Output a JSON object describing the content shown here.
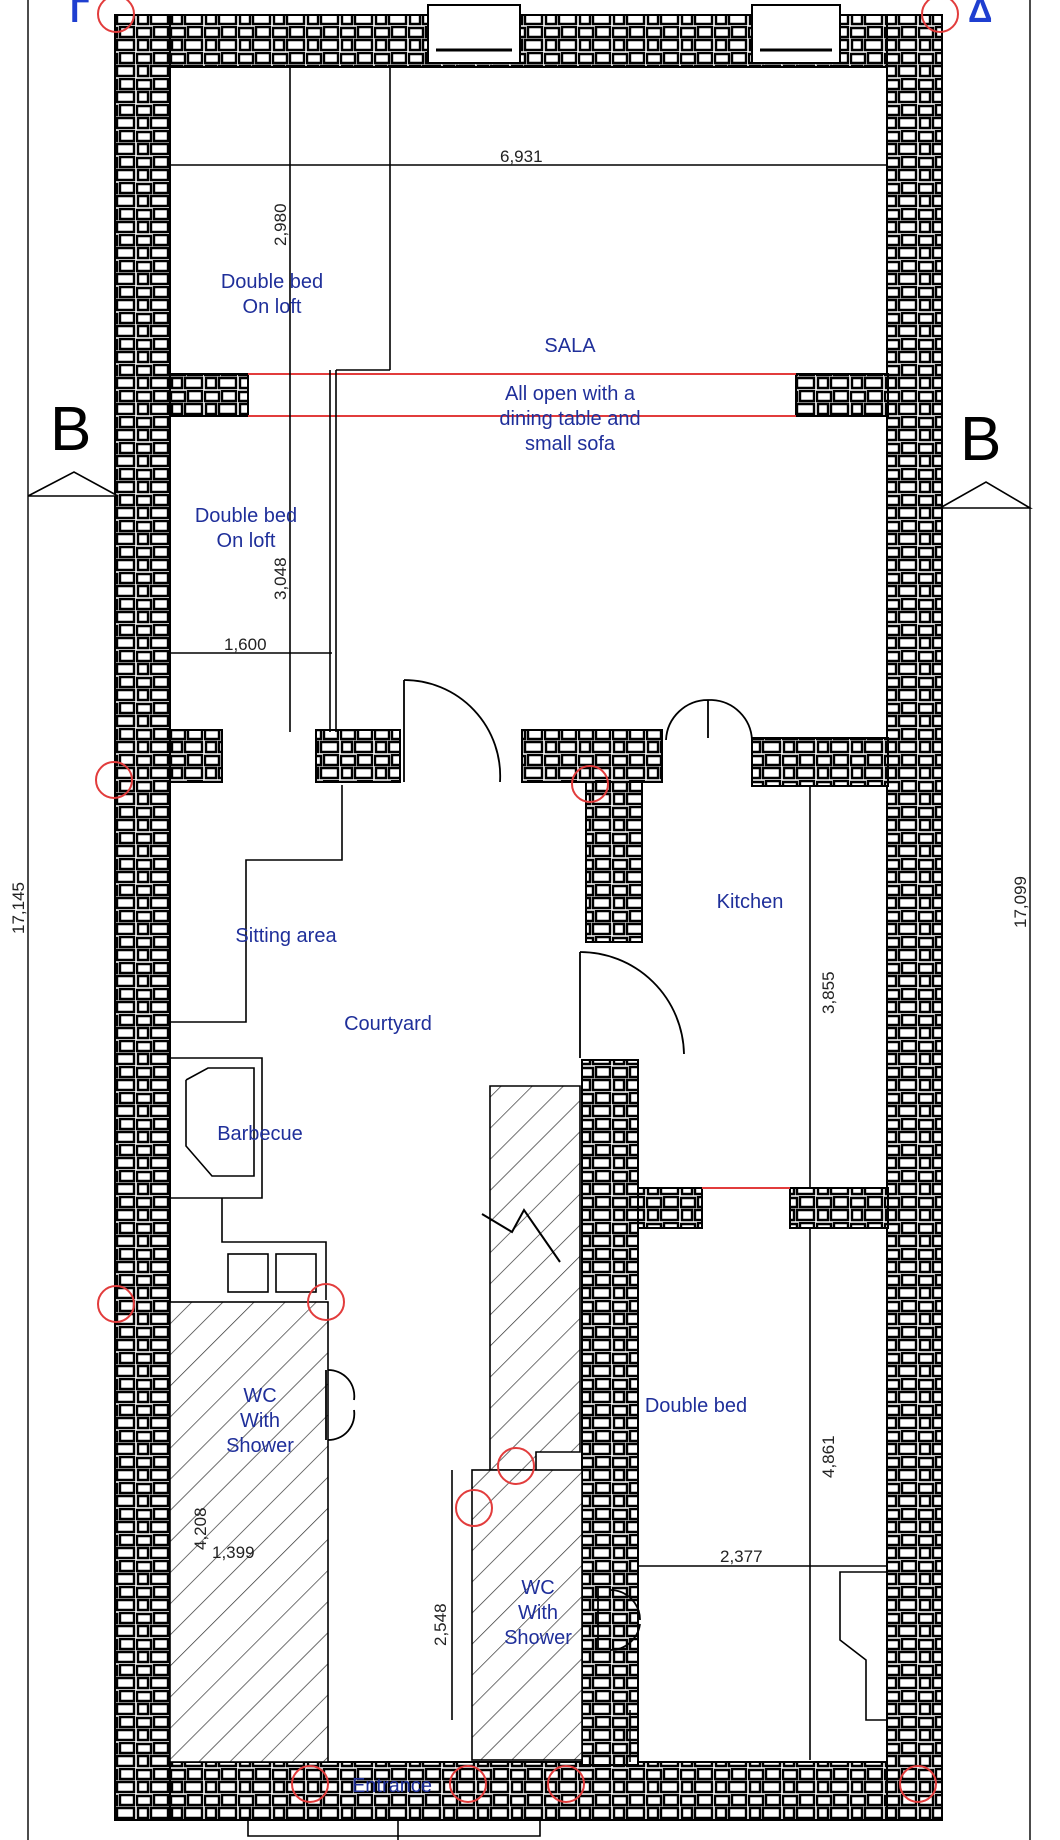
{
  "rooms": {
    "bed_top_left": [
      "Double bed",
      "On loft"
    ],
    "sala": "SALA",
    "sala_desc": [
      "All open with a",
      "dining table and",
      "small sofa"
    ],
    "bed_mid_left": [
      "Double bed",
      "On loft"
    ],
    "kitchen": "Kitchen",
    "sitting": "Sitting area",
    "courtyard": "Courtyard",
    "barbecue": "Barbecue",
    "wc_left": [
      "WC",
      "With",
      "Shower"
    ],
    "double_bed": "Double bed",
    "wc_right": [
      "WC",
      "With",
      "Shower"
    ],
    "entrance": "Entrance"
  },
  "dimensions": {
    "sala_width": "6,931",
    "loft1_height": "2,980",
    "loft2_height": "3,048",
    "loft2_width": "1,600",
    "total_left": "17,145",
    "total_right": "17,099",
    "kitchen_len": "3,855",
    "bed_len": "4,861",
    "bed_width": "2,377",
    "wc_len": "4,208",
    "wc_width": "1,399",
    "corridor": "2,548"
  },
  "section_markers": {
    "left": "B",
    "right": "B"
  },
  "corners": {
    "top_left": "Г",
    "top_right": "Δ"
  },
  "colors": {
    "label": "#1f2f9a",
    "wall_stroke": "#000000",
    "red_line": "#e23c3c",
    "corner_text": "#1f3fd0"
  }
}
